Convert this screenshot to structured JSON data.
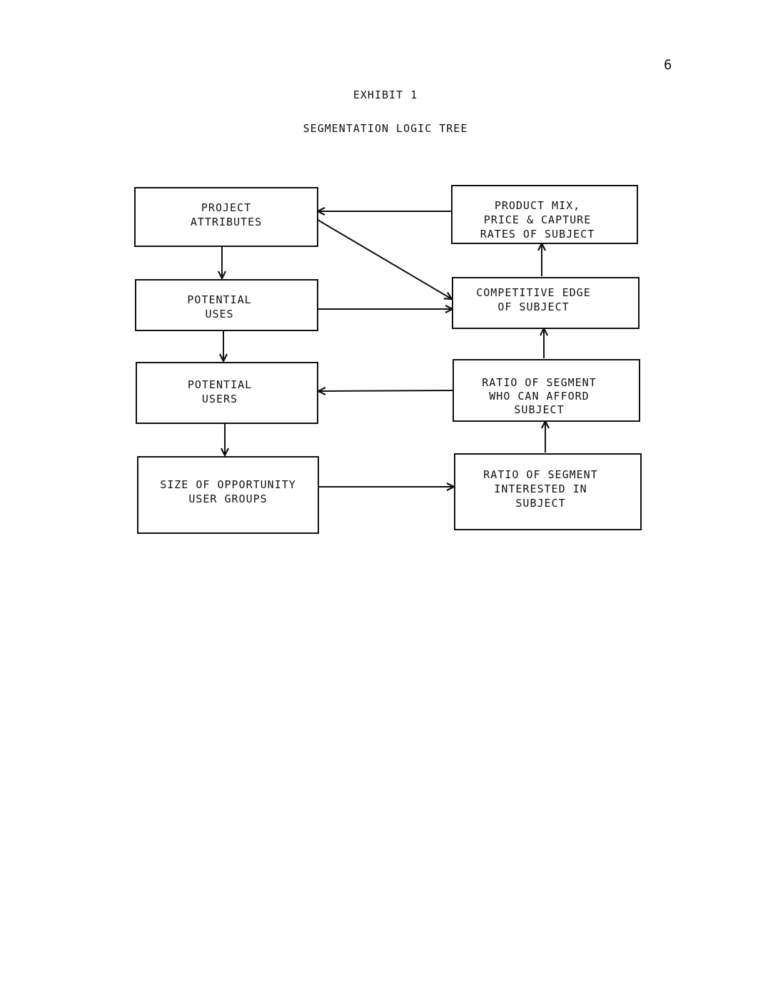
{
  "page_number": "6",
  "exhibit_label": "EXHIBIT 1",
  "title": "SEGMENTATION LOGIC TREE",
  "nodes": {
    "project_attributes": "PROJECT\nATTRIBUTES",
    "potential_uses": "POTENTIAL\nUSES",
    "potential_users": "POTENTIAL\nUSERS",
    "size_of_opportunity": "SIZE OF OPPORTUNITY\nUSER GROUPS",
    "product_mix": "PRODUCT MIX,\nPRICE & CAPTURE\nRATES OF SUBJECT",
    "competitive_edge": "COMPETITIVE EDGE\nOF SUBJECT",
    "ratio_afford": "RATIO OF SEGMENT\nWHO CAN AFFORD\nSUBJECT",
    "ratio_interested": "RATIO OF SEGMENT\nINTERESTED IN\nSUBJECT"
  },
  "edges": [
    {
      "from": "project_attributes",
      "to": "potential_uses"
    },
    {
      "from": "potential_uses",
      "to": "potential_users"
    },
    {
      "from": "potential_users",
      "to": "size_of_opportunity"
    },
    {
      "from": "size_of_opportunity",
      "to": "ratio_interested"
    },
    {
      "from": "ratio_interested",
      "to": "ratio_afford"
    },
    {
      "from": "ratio_afford",
      "to": "potential_users"
    },
    {
      "from": "ratio_afford",
      "to": "competitive_edge"
    },
    {
      "from": "potential_uses",
      "to": "competitive_edge"
    },
    {
      "from": "project_attributes",
      "to": "competitive_edge"
    },
    {
      "from": "competitive_edge",
      "to": "product_mix"
    },
    {
      "from": "product_mix",
      "to": "project_attributes"
    }
  ]
}
